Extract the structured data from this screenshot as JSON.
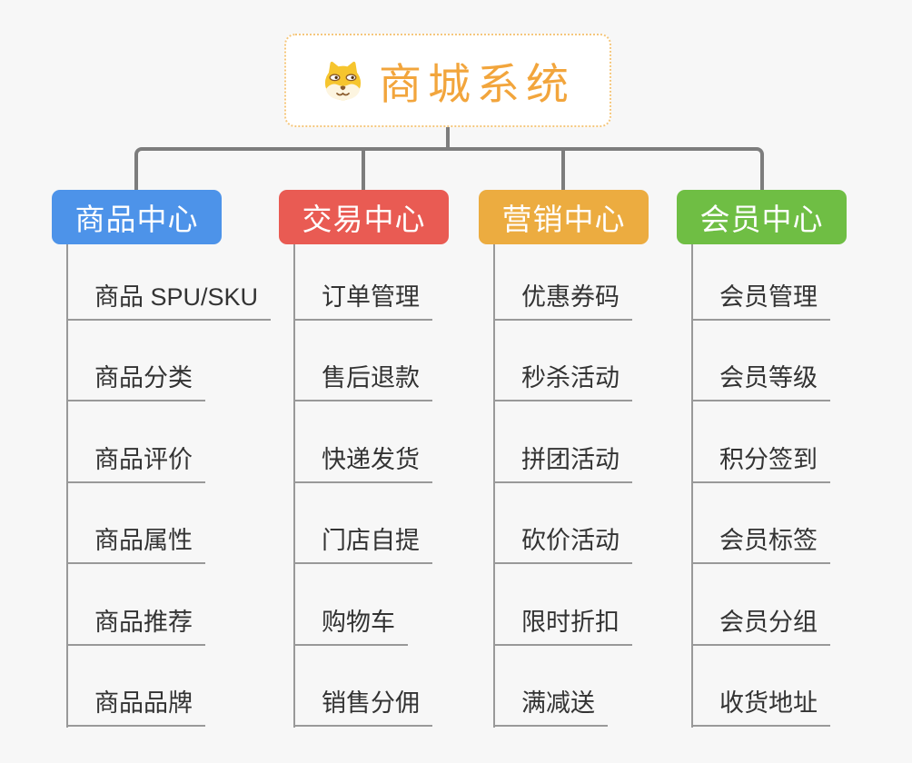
{
  "root": {
    "title": "商城系统",
    "icon": "dog-face-icon",
    "accent_color": "#F2A53C",
    "border_color": "#F5C77D"
  },
  "branches": [
    {
      "id": "product-center",
      "label": "商品中心",
      "color": "#4D93E9",
      "items": [
        "商品 SPU/SKU",
        "商品分类",
        "商品评价",
        "商品属性",
        "商品推荐",
        "商品品牌"
      ]
    },
    {
      "id": "trade-center",
      "label": "交易中心",
      "color": "#E95B53",
      "items": [
        "订单管理",
        "售后退款",
        "快递发货",
        "门店自提",
        "购物车",
        "销售分佣"
      ]
    },
    {
      "id": "marketing-center",
      "label": "营销中心",
      "color": "#ECAC40",
      "items": [
        "优惠券码",
        "秒杀活动",
        "拼团活动",
        "砍价活动",
        "限时折扣",
        "满减送"
      ]
    },
    {
      "id": "member-center",
      "label": "会员中心",
      "color": "#6FBE44",
      "items": [
        "会员管理",
        "会员等级",
        "积分签到",
        "会员标签",
        "会员分组",
        "收货地址"
      ]
    }
  ],
  "colors": {
    "background": "#F7F7F7",
    "connector": "#7D7D7D",
    "leaf_line": "#999999",
    "leaf_text": "#333333"
  }
}
